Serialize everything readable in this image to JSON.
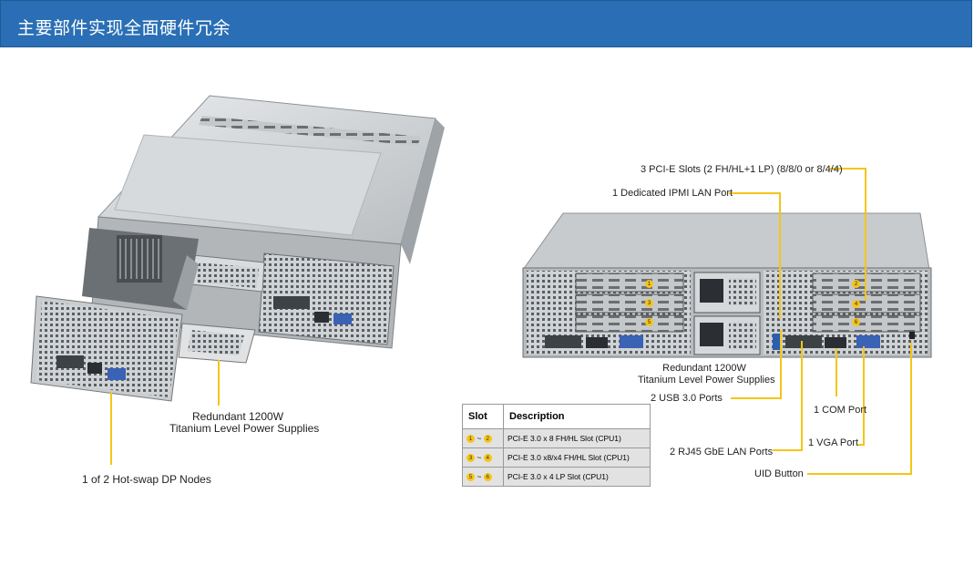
{
  "header": {
    "title": "主要部件实现全面硬件冗余"
  },
  "left_labels": {
    "psu": "Redundant 1200W",
    "psu_sub": "Titanium Level Power Supplies",
    "node": "1 of 2 Hot-swap DP Nodes"
  },
  "right_labels": {
    "pcie": "3 PCI-E Slots (2 FH/HL+1 LP) (8/8/0 or 8/4/4)",
    "ipmi": "1 Dedicated IPMI LAN Port",
    "psu": "Redundant 1200W",
    "psu_sub": "Titanium  Level Power Supplies",
    "usb": "2 USB 3.0 Ports",
    "com": "1 COM Port",
    "vga": "1 VGA Port",
    "rj45": "2 RJ45 GbE LAN Ports",
    "uid": "UID Button"
  },
  "slot_numbers": [
    "1",
    "2",
    "3",
    "4",
    "5",
    "6"
  ],
  "slot_table": {
    "headers": [
      "Slot",
      "Description"
    ],
    "rows": [
      {
        "a": "1",
        "sep": "~",
        "b": "2",
        "desc": "PCI-E 3.0 x 8 FH/HL Slot (CPU1)"
      },
      {
        "a": "3",
        "sep": "~",
        "b": "4",
        "desc": "PCI-E 3.0 x8/x4  FH/HL Slot (CPU1)"
      },
      {
        "a": "5",
        "sep": "~",
        "b": "6",
        "desc": "PCI-E 3.0 x 4 LP Slot (CPU1)"
      }
    ]
  },
  "colors": {
    "header": "#2a6fb5",
    "callout": "#f5c518"
  }
}
